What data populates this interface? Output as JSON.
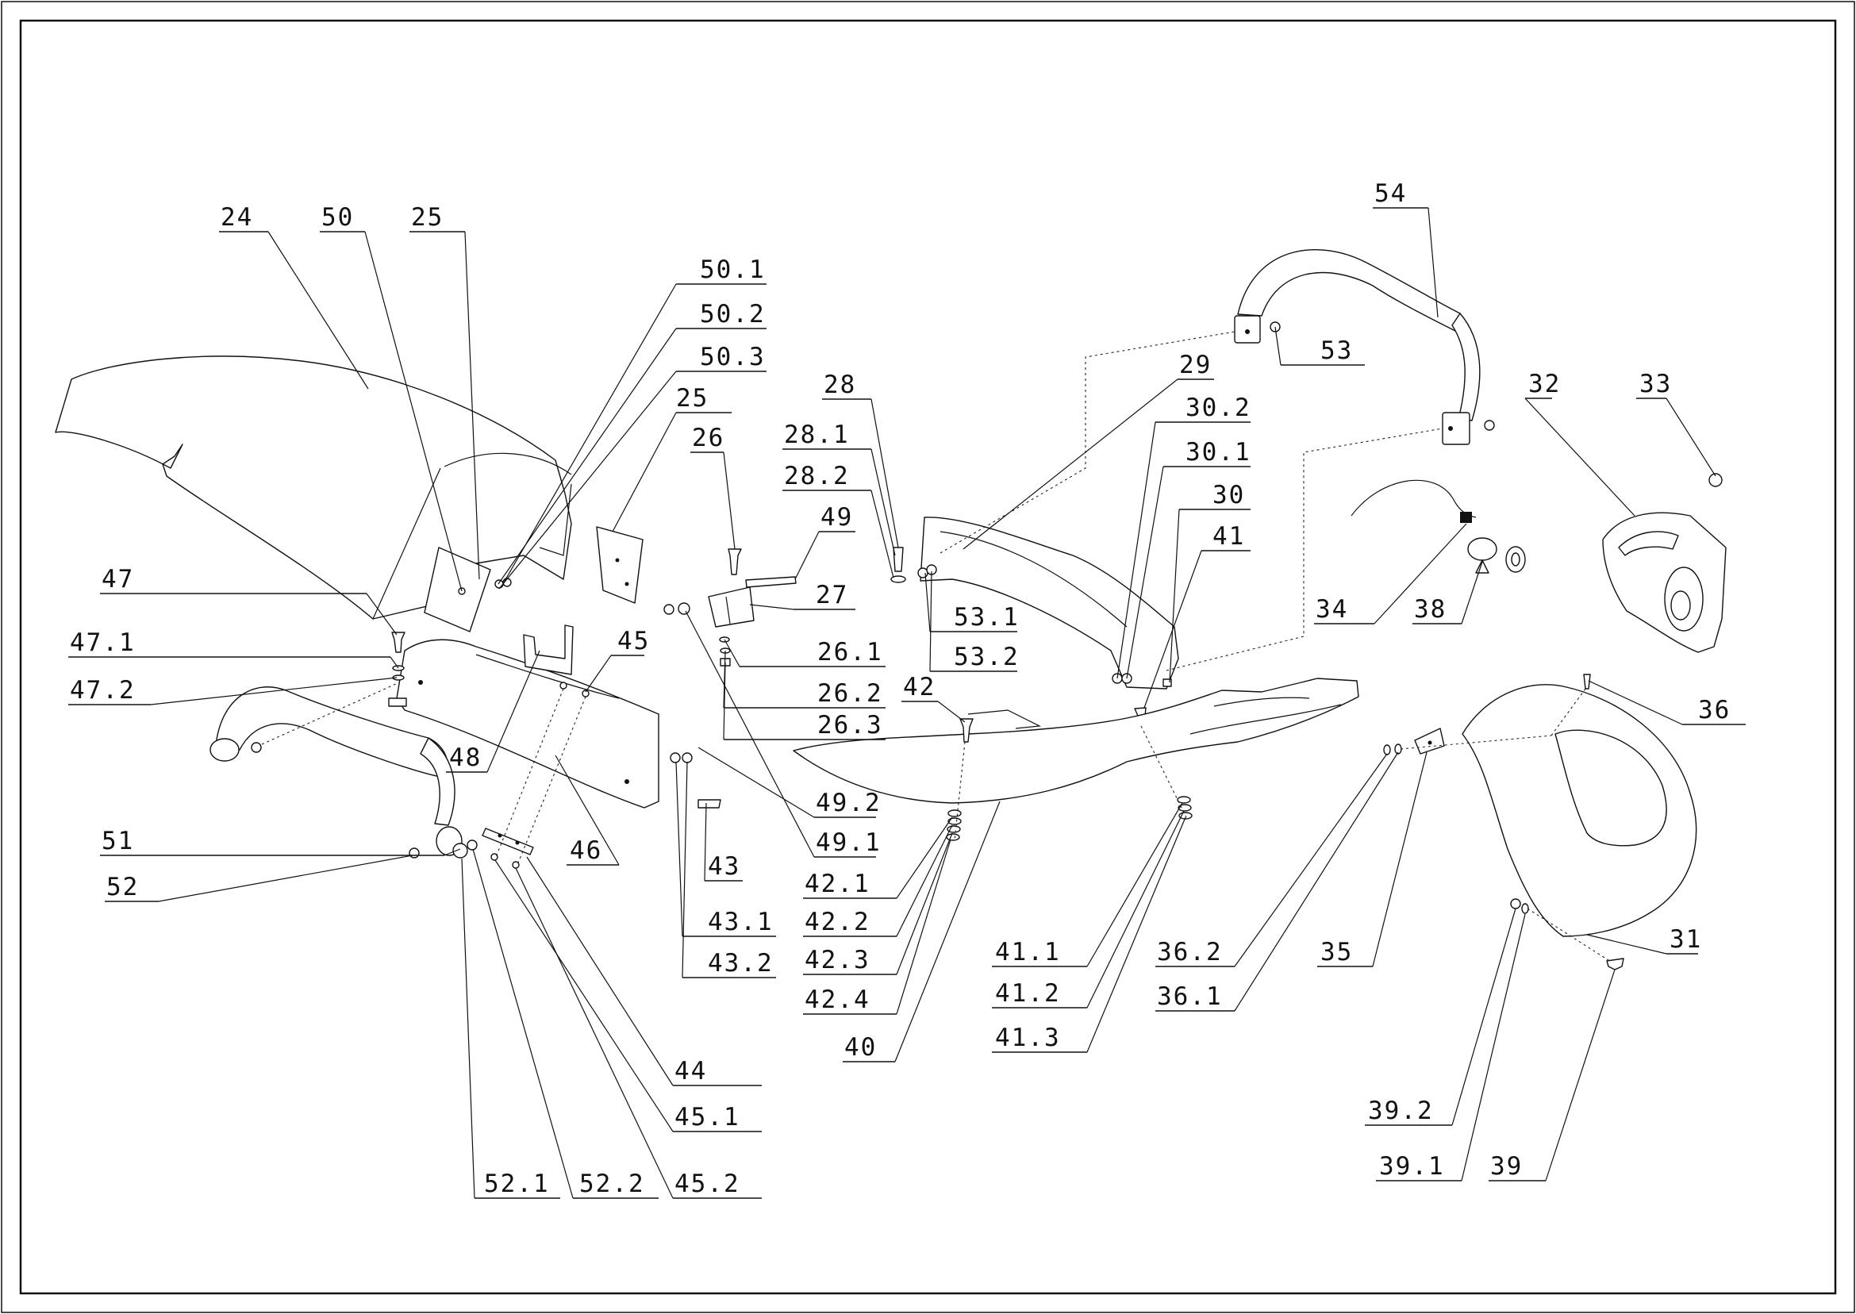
{
  "drawing": {
    "type": "exploded parts diagram"
  },
  "callouts": [
    "24",
    "50",
    "25",
    "50.1",
    "50.2",
    "50.3",
    "25",
    "26",
    "28",
    "28.1",
    "28.2",
    "49",
    "27",
    "54",
    "53",
    "29",
    "30.2",
    "30.1",
    "30",
    "41",
    "32",
    "33",
    "34",
    "38",
    "47",
    "47.1",
    "47.2",
    "45",
    "26.1",
    "26.2",
    "26.3",
    "42",
    "53.1",
    "53.2",
    "36",
    "48",
    "46",
    "43",
    "49.2",
    "49.1",
    "51",
    "52",
    "42.1",
    "42.2",
    "42.3",
    "42.4",
    "43.1",
    "43.2",
    "41.1",
    "41.2",
    "41.3",
    "36.2",
    "36.1",
    "35",
    "31",
    "40",
    "44",
    "45.1",
    "45.2",
    "52.1",
    "52.2",
    "39.2",
    "39.1",
    "39"
  ]
}
